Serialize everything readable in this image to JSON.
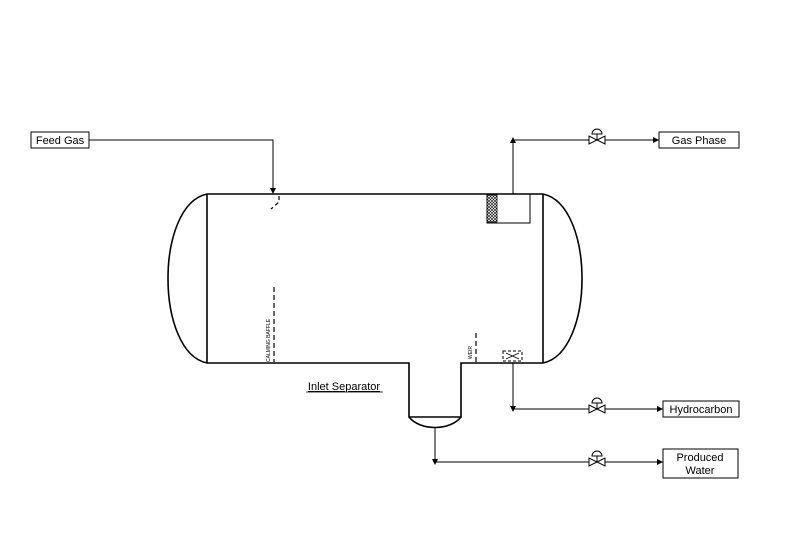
{
  "streams": {
    "feed_gas": "Feed Gas",
    "gas_phase": "Gas Phase",
    "hydrocarbon": "Hydrocarbon",
    "produced_water_line1": "Produced",
    "produced_water_line2": "Water"
  },
  "vessel": {
    "name": "Inlet Separator",
    "calming_baffle": "CALMING BAFFLE",
    "weir": "WEIR"
  },
  "colors": {
    "line": "#000000",
    "background": "#ffffff"
  }
}
